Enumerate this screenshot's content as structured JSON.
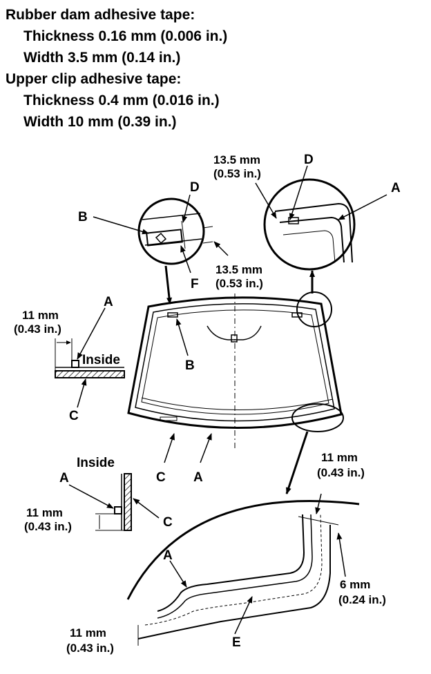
{
  "specs": {
    "rubber_dam": {
      "heading": "Rubber dam adhesive tape:",
      "thickness": "Thickness 0.16 mm (0.006 in.)",
      "width": "Width 3.5 mm (0.14 in.)"
    },
    "upper_clip": {
      "heading": "Upper clip adhesive tape:",
      "thickness": "Thickness 0.4 mm (0.016 in.)",
      "width": "Width 10 mm (0.39 in.)"
    }
  },
  "labels": {
    "a": "A",
    "b": "B",
    "c": "C",
    "d": "D",
    "e": "E",
    "f": "F",
    "inside": "Inside"
  },
  "dimensions": {
    "d13_5_mm": "13.5 mm",
    "d13_5_in": "(0.53 in.)",
    "d11_mm": "11 mm",
    "d11_in": "(0.43 in.)",
    "d6_mm": "6 mm",
    "d6_in": "(0.24 in.)"
  }
}
